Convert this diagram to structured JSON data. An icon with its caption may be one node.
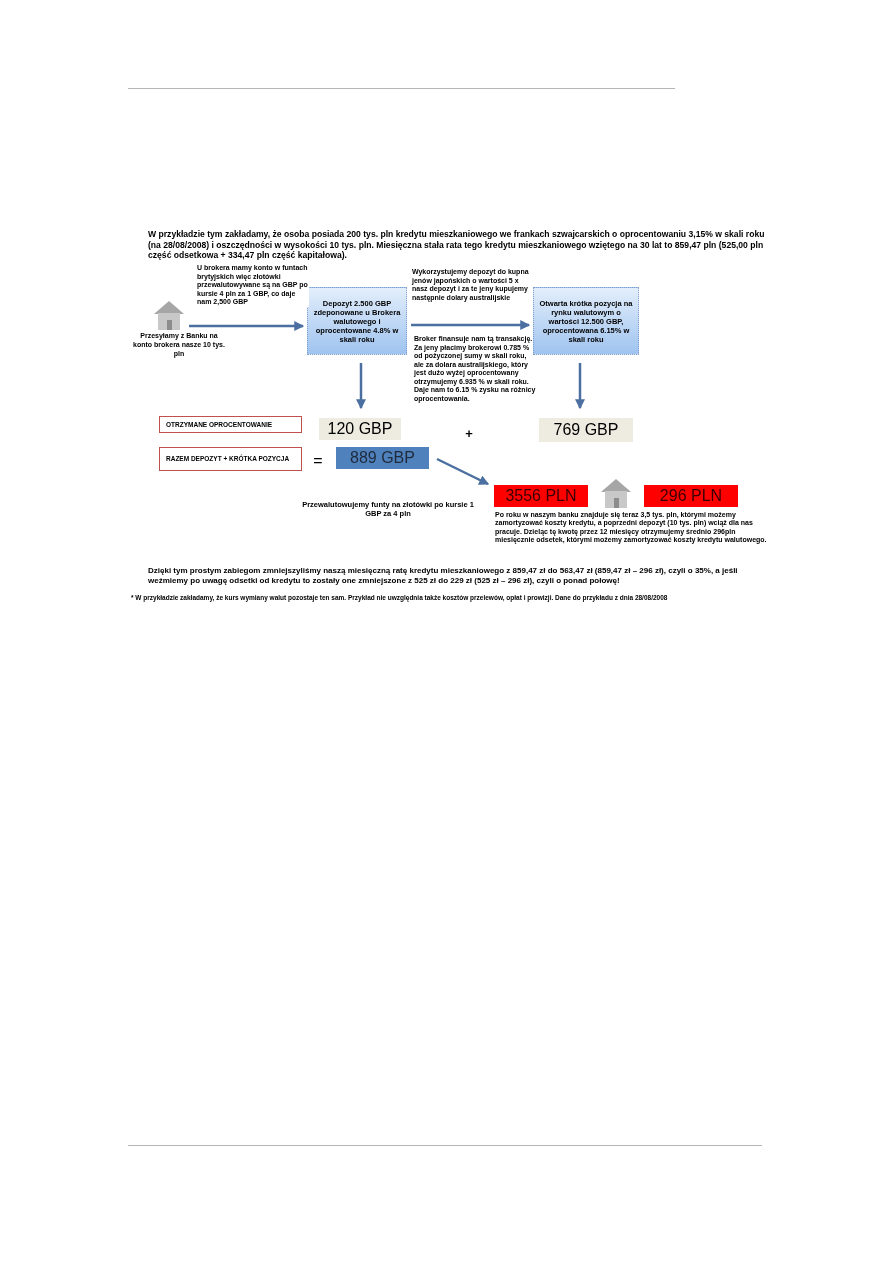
{
  "diagram": {
    "nodes": [
      {
        "text": [],
        "shape": "house",
        "beside": [
          "Przesyłamy z Banku na konto brokera nasze 10 tys. pln"
        ]
      },
      {
        "text": [
          "Depozyt 2.500 GBP zdeponowane u Brokera walutowego i oprocentowane 4.8% w skali roku"
        ]
      },
      {
        "text": [
          "Otwarta krótka pozycja na rynku walutowym o wartości 12.500 GBP, oprocentowana 6.15% w skali roku"
        ]
      },
      {
        "text": [
          "OTRZYMANE OPROCENTOWANIE"
        ]
      },
      {
        "text": [
          "120 GBP"
        ]
      },
      {
        "text": [
          "769 GBP"
        ]
      },
      {
        "text": [
          "RAZEM DEPOZYT + KRÓTKA POZYCJA"
        ]
      },
      {
        "text": [
          "889 GBP"
        ]
      },
      {
        "text": [
          "3556 PLN"
        ]
      },
      {
        "text": [],
        "shape": "house"
      },
      {
        "text": [
          "296 PLN"
        ]
      }
    ],
    "edges": [
      {
        "from": 0,
        "to": 1,
        "arrow": "to",
        "label": "U brokera mamy konto w funtach brytyjskich więc złotówki przewalutowywane są na GBP po kursie 4 pln za 1 GBP, co daje nam 2,500 GBP"
      },
      {
        "from": 1,
        "to": 2,
        "arrow": "to",
        "label": "Wykorzystujemy depozyt do kupna jenów japońskich o wartości 5 x nasz depozyt i za te jeny kupujemy następnie dolary australijskie"
      },
      {
        "from": 1,
        "to": 4,
        "arrow": "to"
      },
      {
        "from": 2,
        "to": 5,
        "arrow": "to"
      },
      {
        "from": 7,
        "to": 8,
        "arrow": "to"
      }
    ],
    "labels": [
      "W przykładzie tym zakładamy, że osoba posiada 200 tys. pln kredytu mieszkaniowego we frankach szwajcarskich o oprocentowaniu 3,15% w skali roku (na 28/08/2008) i oszczędności w wysokości 10 tys. pln. Miesięczna stała rata tego kredytu mieszkaniowego wziętego na 30 lat to 859,47 pln (525,00 pln część odsetkowa + 334,47 pln część kapitałowa).",
      "Broker finansuje nam tą transakcję. Za jeny płacimy brokerowi 0.785 % od pożyczonej sumy w skali roku, ale za dolara australijskiego, który jest dużo wyżej oprocentowany otrzymujemy 6.935 % w skali roku. Daje nam to 6.15 % zysku na różnicy oprocentowania.",
      "+",
      "=",
      "Przewalutowujemy funty na złotówki po kursie 1 GBP za 4 pln",
      "Po roku w naszym banku znajduje się teraz 3,5 tys. pln, którymi możemy zamortyzować koszty kredytu, a poprzedni depozyt (10 tys. pln) wciąż dla nas pracuje. Dzieląc tę kwotę przez 12 miesięcy otrzymujemy średnio 296pln miesięcznie odsetek, którymi możemy zamortyzować koszty kredytu walutowego.",
      "Dzięki tym prostym zabiegom zmniejszyliśmy naszą miesięczną ratę kredytu mieszkaniowego z 859,47 zł do 563,47 zł (859,47 zł – 296 zł), czyli o 35%, a jeśli weźmiemy po uwagę odsetki od kredytu to zostały one zmniejszone z 525 zł do 229 zł (525 zł – 296 zł), czyli o ponad połowę!",
      "* W przykładzie zakładamy, że kurs wymiany walut pozostaje ten sam. Przykład nie uwzględnia także kosztów przelewów, opłat i prowizji. Dane do przykładu z dnia 28/08/2008"
    ]
  }
}
